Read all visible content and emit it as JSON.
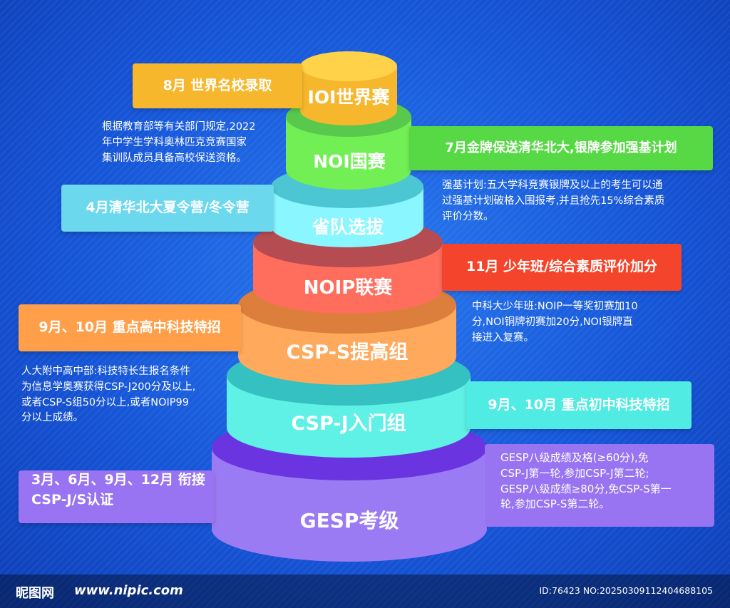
{
  "colors": {
    "background": "#1656d8",
    "ioi_top": "#ffd24a",
    "ioi_side": "#f6b72c",
    "noi_top": "#58c94c",
    "noi_side": "#72ef55",
    "shengdui_top": "#4cc6d3",
    "shengdui_side": "#8af6ff",
    "noip_top": "#b44c52",
    "noip_side": "#ff6d5c",
    "csps_top": "#dc7f3d",
    "csps_side": "#ffa95c",
    "cspj_top": "#35c1c2",
    "cspj_side": "#5ff0e6",
    "gesp_top": "#6a35e0",
    "gesp_side": "#9b7bf3"
  },
  "tiers": [
    {
      "label": "IOI世界赛"
    },
    {
      "label": "NOI国赛"
    },
    {
      "label": "省队选拔"
    },
    {
      "label": "NOIP联赛"
    },
    {
      "label": "CSP-S提高组"
    },
    {
      "label": "CSP-J入门组"
    },
    {
      "label": "GESP考级"
    }
  ],
  "tags": {
    "ioi": "8月 世界名校录取",
    "noi": "7月金牌保送清华北大,银牌参加强基计划",
    "shengdui": "4月清华北大夏令营/冬令营",
    "noip": "11月 少年班/综合素质评价加分",
    "csps": "9月、10月 重点高中科技特招",
    "cspj": "9月、10月 重点初中科技特招",
    "gesp_line1": "3月、6月、9月、12月 衔接",
    "gesp_line2": "CSP-J/S认证"
  },
  "notes": {
    "ioi": [
      "根据教育部等有关部门规定,2022",
      "年中学生学科奥林匹克竞赛国家",
      "集训队成员具备高校保送资格。"
    ],
    "noi": [
      "强基计划:五大学科竞赛银牌及以上的考生可以通",
      "过强基计划破格入围报考,并且抢先15%综合素质",
      "评价分数。"
    ],
    "noip": [
      "中科大少年班:NOIP一等奖初赛加10",
      "分,NOI铜牌初赛加20分,NOI银牌直",
      "接进入复赛。"
    ],
    "csps": [
      "人大附中高中部:科技特长生报名条件",
      "为信息学奥赛获得CSP-J200分及以上,",
      "或者CSP-S组50分以上,或者NOIP99",
      "分以上成绩。"
    ],
    "gesp": [
      "GESP八级成绩及格(≥60分),免",
      "CSP-J第一轮,参加CSP-J第二轮;",
      "GESP八级成绩≥80分,免CSP-S第一",
      "轮,参加CSP-S第二轮。"
    ]
  },
  "footer": {
    "logo": "昵图网",
    "url": "www.nipic.com",
    "id": "ID:76423 NO:20250309112404688105"
  }
}
